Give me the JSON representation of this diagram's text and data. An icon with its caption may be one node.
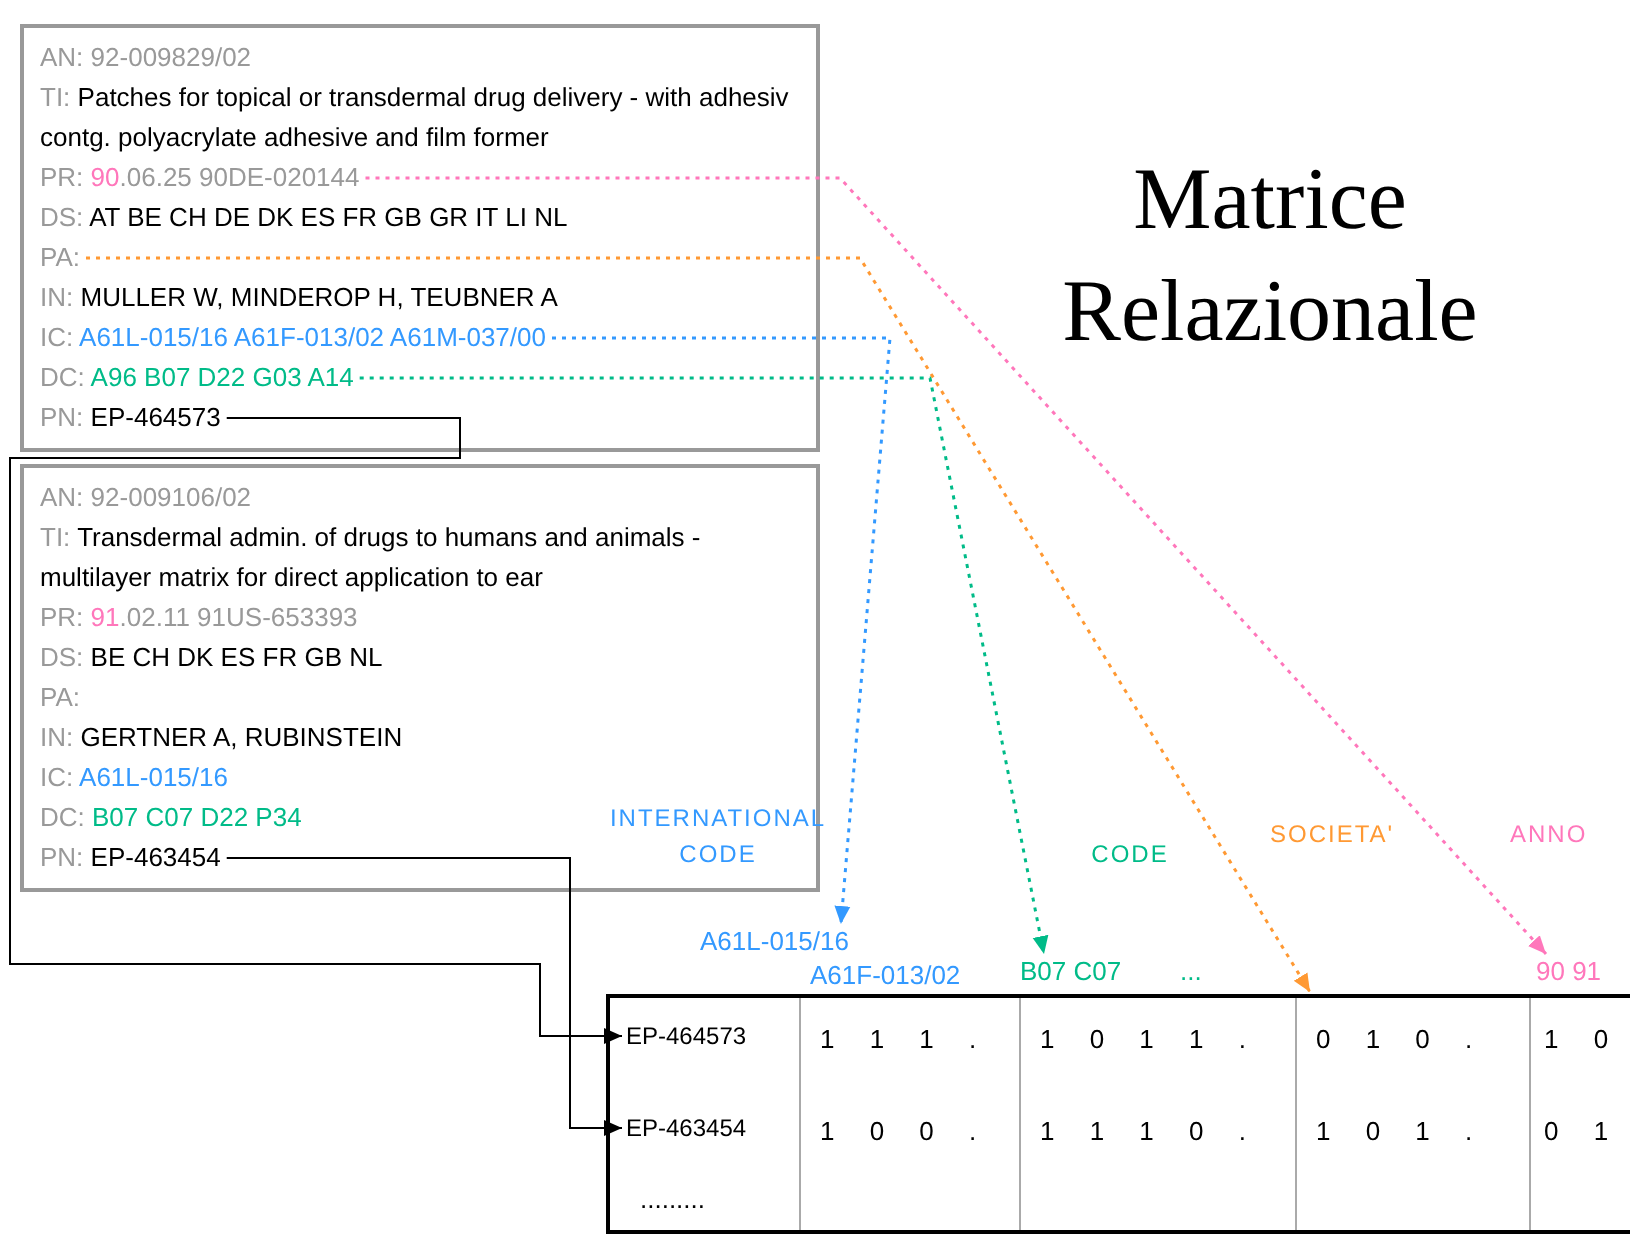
{
  "diagram": {
    "title": "Matrice Relazionale",
    "nodes": [
      {
        "text": [],
        "shape": "box"
      },
      {
        "text": [
          "AN:",
          "92-009829/02"
        ],
        "in": 0
      },
      {
        "text": [
          "TI:",
          "Patches for topical or transdermal drug delivery - with adhesiv contg. polyacrylate adhesive and film former"
        ],
        "in": 0
      },
      {
        "text": [
          "PR:",
          "90",
          ".06.25 90DE-020144"
        ],
        "in": 0
      },
      {
        "text": [
          "DS:",
          "AT BE CH DE DK ES FR GB GR IT LI NL"
        ],
        "in": 0
      },
      {
        "text": [
          "PA:"
        ],
        "in": 0
      },
      {
        "text": [
          "IN:",
          "MULLER W, MINDEROP H, TEUBNER A"
        ],
        "in": 0
      },
      {
        "text": [
          "IC:",
          "A61L-015/16 A61F-013/02 A61M-037/00"
        ],
        "in": 0
      },
      {
        "text": [
          "DC:",
          "A96 B07 D22 G03 A14"
        ],
        "in": 0
      },
      {
        "text": [
          "PN:",
          "EP-464573"
        ],
        "in": 0
      },
      {
        "text": [],
        "shape": "box"
      },
      {
        "text": [
          "AN:",
          "92-009106/02"
        ],
        "in": 10
      },
      {
        "text": [
          "TI:",
          "Transdermal admin. of drugs to humans and animals - multilayer matrix for direct application to ear"
        ],
        "in": 10
      },
      {
        "text": [
          "PR:",
          "91",
          ".02.11 91US-653393"
        ],
        "in": 10
      },
      {
        "text": [
          "DS:",
          "BE CH DK ES FR GB NL"
        ],
        "in": 10
      },
      {
        "text": [
          "PA:"
        ],
        "in": 10
      },
      {
        "text": [
          "IN:",
          "GERTNER A, RUBINSTEIN"
        ],
        "in": 10
      },
      {
        "text": [
          "IC:",
          "A61L-015/16"
        ],
        "in": 10
      },
      {
        "text": [
          "DC:",
          "B07 C07 D22 P34"
        ],
        "in": 10
      },
      {
        "text": [
          "PN:",
          "EP-463454"
        ],
        "in": 10
      },
      {
        "text": [],
        "shape": "box"
      },
      {
        "text": [
          "EP-464573"
        ],
        "in": 20
      },
      {
        "text": [
          "EP-463454"
        ],
        "in": 20
      },
      {
        "text": [
          "A61L-015/16"
        ]
      },
      {
        "text": [
          "B07 C07"
        ]
      },
      {
        "text": [
          "90 91"
        ]
      }
    ],
    "edges": [
      {
        "from": 9,
        "to": 21,
        "arrow": "to"
      },
      {
        "from": 19,
        "to": 22,
        "arrow": "to"
      },
      {
        "from": 7,
        "to": 23,
        "arrow": "to",
        "style": "dashed",
        "color": "#3399ff"
      },
      {
        "from": 8,
        "to": 24,
        "arrow": "to",
        "style": "dashed",
        "color": "#00bb88"
      },
      {
        "from": 5,
        "to": 20,
        "arrow": "to",
        "style": "dashed",
        "color": "#ff9933"
      },
      {
        "from": 3,
        "to": 25,
        "arrow": "to",
        "style": "dashed",
        "color": "#ff77bb"
      }
    ],
    "labels": [
      "INTERNATIONAL CODE",
      "CODE",
      "SOCIETA'",
      "ANNO",
      "A61F-013/02",
      "...",
      "1 1 1 .",
      "1 0 1 1 .",
      "0 1 0 .",
      "1 0",
      "1 0 0 .",
      "1 1 1 0 .",
      "1 0 1 .",
      "0 1",
      "........."
    ]
  }
}
